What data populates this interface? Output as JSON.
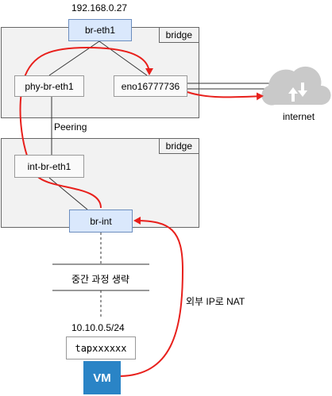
{
  "top_ip": "192.168.0.27",
  "bridge_top": {
    "tag": "bridge",
    "br_eth1": "br-eth1",
    "phy_br_eth1": "phy-br-eth1",
    "eno": "eno16777736"
  },
  "internet": {
    "label": "internet"
  },
  "peering_label": "Peering",
  "bridge_bottom": {
    "tag": "bridge",
    "int_br_eth1": "int-br-eth1",
    "br_int": "br-int"
  },
  "omitted_label": "중간 과정 생략",
  "vm_ip": "10.10.0.5/24",
  "tap": "tapxxxxxx",
  "vm": "VM",
  "nat_label": "외부 IP로 NAT",
  "colors": {
    "route": "#e8201c",
    "port_blue_fill": "#dae8fc",
    "port_blue_border": "#6c8ebf",
    "vm_fill": "#2a84c6",
    "bridge_fill": "#f2f2f2",
    "cloud": "#c9c9c9"
  }
}
